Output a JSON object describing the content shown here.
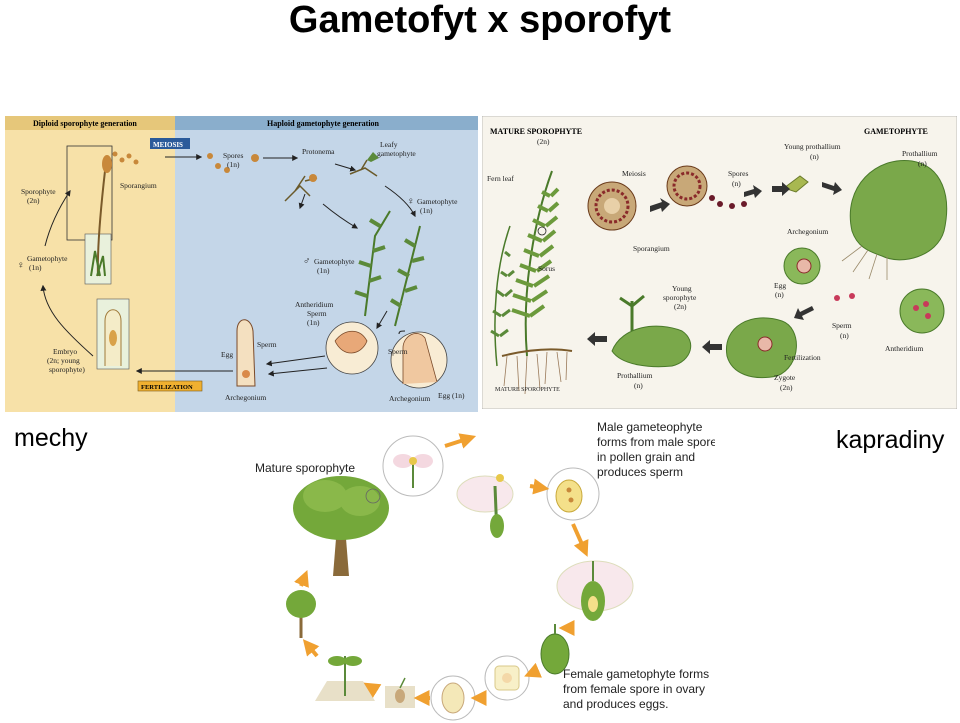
{
  "slide": {
    "title": "Gametofyt x sporofyt",
    "caption_left": "mechy",
    "caption_right": "kapradiny"
  },
  "moss": {
    "header_diploid": "Diploid sporophyte generation",
    "header_haploid": "Haploid gametophyte generation",
    "meiosis": "MEIOSIS",
    "fertilization": "FERTILIZATION",
    "spores": "Spores",
    "spores_ploidy": "(1n)",
    "protonema": "Protonema",
    "leafy": "Leafy",
    "leafy2": "gametophyte",
    "sporophyte": "Sporophyte",
    "sporophyte_ploidy": "(2n)",
    "sporangium": "Sporangium",
    "gam_female": "Gametophyte",
    "gam_female_ploidy": "(1n)",
    "gam_male": "Gametophyte",
    "gam_male_ploidy": "(1n)",
    "gam_left": "Gametophyte",
    "gam_left_ploidy": "(1n)",
    "antheridium": "Antheridium",
    "sperm_label": "Sperm",
    "sperm_ploidy": "(1n)",
    "sperm_small": "Sperm",
    "egg": "Egg",
    "egg_right": "Egg (1n)",
    "archegonium": "Archegonium",
    "archegonium_right": "Archegonium",
    "embryo": "Embryo",
    "embryo2": "(2n; young",
    "embryo3": "sporophyte)"
  },
  "fern": {
    "mature": "MATURE SPOROPHYTE",
    "mature_ploidy": "(2n)",
    "gametophyte": "GAMETOPHYTE",
    "fern_leaf": "Fern leaf",
    "meiosis": "Meiosis",
    "spores": "Spores",
    "spores_ploidy": "(n)",
    "young_prothallium": "Young prothallium",
    "young_prothallium_ploidy": "(n)",
    "prothallium": "Prothallium",
    "prothallium_ploidy": "(n)",
    "sorus": "Sorus",
    "sporangium": "Sporangium",
    "archegonium": "Archegonium",
    "egg": "Egg",
    "egg_ploidy": "(n)",
    "sperm": "Sperm",
    "sperm_ploidy": "(n)",
    "antheridium": "Antheridium",
    "young_sporophyte": "Young",
    "young_sporophyte2": "sporophyte",
    "young_sporophyte_ploidy": "(2n)",
    "fertilization": "Fertilization",
    "zygote": "Zygote",
    "zygote_ploidy": "(2n)",
    "prothallium_bottom": "Prothallium",
    "prothallium_bottom_ploidy": "(n)"
  },
  "flower": {
    "mature": "Mature sporophyte",
    "male1": "Male gameteophyte",
    "male2": "forms from male spore",
    "male3": "in pollen grain and",
    "male4": "produces sperm",
    "female1": "Female gametophyte forms",
    "female2": "from female spore in ovary",
    "female3": "and produces eggs."
  },
  "colors": {
    "diploid_bg": "#f7e1a8",
    "haploid_bg": "#c4d6e8",
    "header_bg": "#8aaecc",
    "moss_green": "#5b8a3a",
    "fern_green": "#6c9a3c",
    "orange_arrow": "#f0a030",
    "tree_green": "#74a83a",
    "trunk": "#8a6a3a"
  }
}
